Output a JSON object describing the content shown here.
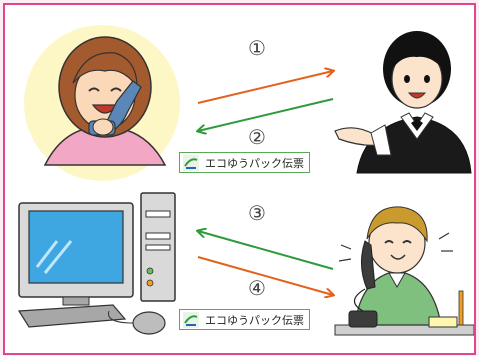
{
  "steps": {
    "one": "①",
    "two": "②",
    "three": "③",
    "four": "④"
  },
  "slip_label": "エコゆうパック伝票",
  "colors": {
    "frame": "#e0458f",
    "arrow_orange": "#e4611b",
    "arrow_green": "#2f9a3b",
    "customer_bg": "#fdf7c6"
  },
  "icons": {
    "slip_logo": "eco-yu-pack-logo-icon"
  }
}
